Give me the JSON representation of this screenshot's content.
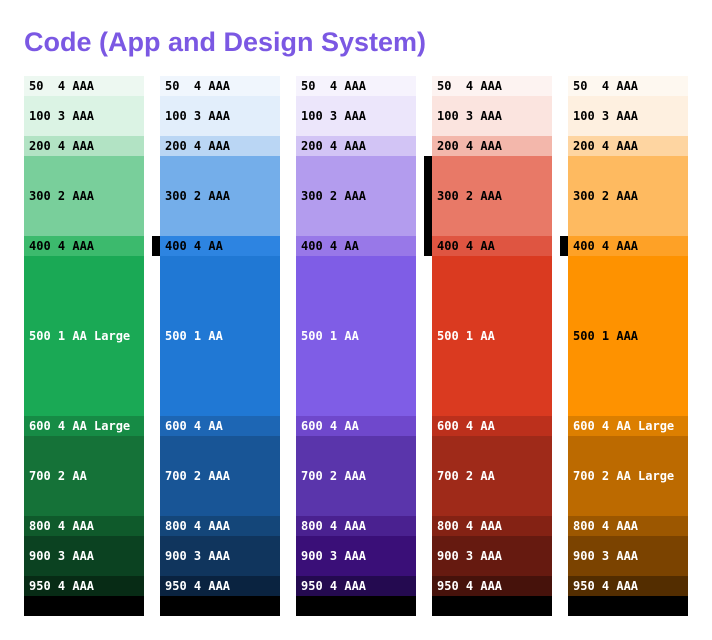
{
  "title": "Code (App and Design System)",
  "palettes": [
    {
      "name": "green",
      "swatches": [
        {
          "label": "50  4 AAA",
          "bg": "#edf8f1",
          "fg": "#000000"
        },
        {
          "label": "100 3 AAA",
          "bg": "#dbf3e4",
          "fg": "#000000"
        },
        {
          "label": "200 4 AAA",
          "bg": "#b2e3c4",
          "fg": "#000000"
        },
        {
          "label": "300 2 AAA",
          "bg": "#79cf9b",
          "fg": "#000000"
        },
        {
          "label": "400 4 AAA",
          "bg": "#3cba6d",
          "fg": "#000000"
        },
        {
          "label": "500 1 AA Large",
          "bg": "#1aa955",
          "fg": "#ffffff"
        },
        {
          "label": "600 4 AA Large",
          "bg": "#168b45",
          "fg": "#ffffff"
        },
        {
          "label": "700 2 AA",
          "bg": "#157238",
          "fg": "#ffffff"
        },
        {
          "label": "800 4 AAA",
          "bg": "#0f5a2b",
          "fg": "#ffffff"
        },
        {
          "label": "900 3 AAA",
          "bg": "#0b4221",
          "fg": "#ffffff"
        },
        {
          "label": "950 4 AAA",
          "bg": "#072b15",
          "fg": "#ffffff"
        },
        {
          "label": "",
          "bg": "#000000",
          "fg": "#ffffff"
        }
      ]
    },
    {
      "name": "blue",
      "swatches": [
        {
          "label": "50  4 AAA",
          "bg": "#f0f6fd",
          "fg": "#000000"
        },
        {
          "label": "100 3 AAA",
          "bg": "#e2eefb",
          "fg": "#000000"
        },
        {
          "label": "200 4 AAA",
          "bg": "#bad6f4",
          "fg": "#000000"
        },
        {
          "label": "300 2 AAA",
          "bg": "#74aeea",
          "fg": "#000000"
        },
        {
          "label": "400 4 AA",
          "bg": "#2d84e1",
          "fg": "#000000"
        },
        {
          "label": "500 1 AA",
          "bg": "#2078d4",
          "fg": "#ffffff"
        },
        {
          "label": "600 4 AA",
          "bg": "#1d66b4",
          "fg": "#ffffff"
        },
        {
          "label": "700 2 AAA",
          "bg": "#185596",
          "fg": "#ffffff"
        },
        {
          "label": "800 4 AAA",
          "bg": "#144679",
          "fg": "#ffffff"
        },
        {
          "label": "900 3 AAA",
          "bg": "#10355d",
          "fg": "#ffffff"
        },
        {
          "label": "950 4 AAA",
          "bg": "#0a2340",
          "fg": "#ffffff"
        },
        {
          "label": "",
          "bg": "#000000",
          "fg": "#ffffff"
        }
      ]
    },
    {
      "name": "purple",
      "swatches": [
        {
          "label": "50  4 AAA",
          "bg": "#f6f3fd",
          "fg": "#000000"
        },
        {
          "label": "100 3 AAA",
          "bg": "#ece6fb",
          "fg": "#000000"
        },
        {
          "label": "200 4 AAA",
          "bg": "#d2c4f5",
          "fg": "#000000"
        },
        {
          "label": "300 2 AAA",
          "bg": "#b39cee",
          "fg": "#000000"
        },
        {
          "label": "400 4 AA",
          "bg": "#9878e8",
          "fg": "#000000"
        },
        {
          "label": "500 1 AA",
          "bg": "#7f5de6",
          "fg": "#ffffff"
        },
        {
          "label": "600 4 AA",
          "bg": "#6f48cc",
          "fg": "#ffffff"
        },
        {
          "label": "700 2 AAA",
          "bg": "#5a35ab",
          "fg": "#ffffff"
        },
        {
          "label": "800 4 AAA",
          "bg": "#4a2190",
          "fg": "#ffffff"
        },
        {
          "label": "900 3 AAA",
          "bg": "#3a0f78",
          "fg": "#ffffff"
        },
        {
          "label": "950 4 AAA",
          "bg": "#240a50",
          "fg": "#ffffff"
        },
        {
          "label": "",
          "bg": "#000000",
          "fg": "#ffffff"
        }
      ]
    },
    {
      "name": "red",
      "swatches": [
        {
          "label": "50  4 AAA",
          "bg": "#fdf3f1",
          "fg": "#000000"
        },
        {
          "label": "100 3 AAA",
          "bg": "#fbe4df",
          "fg": "#000000"
        },
        {
          "label": "200 4 AAA",
          "bg": "#f3b7ab",
          "fg": "#000000"
        },
        {
          "label": "300 2 AAA",
          "bg": "#e87967",
          "fg": "#000000"
        },
        {
          "label": "400 4 AA",
          "bg": "#df5541",
          "fg": "#000000"
        },
        {
          "label": "500 1 AA",
          "bg": "#da3a20",
          "fg": "#ffffff"
        },
        {
          "label": "600 4 AA",
          "bg": "#bc301c",
          "fg": "#ffffff"
        },
        {
          "label": "700 2 AA",
          "bg": "#9f2a19",
          "fg": "#ffffff"
        },
        {
          "label": "800 4 AAA",
          "bg": "#842214",
          "fg": "#ffffff"
        },
        {
          "label": "900 3 AAA",
          "bg": "#661a10",
          "fg": "#ffffff"
        },
        {
          "label": "950 4 AAA",
          "bg": "#46120b",
          "fg": "#ffffff"
        },
        {
          "label": "",
          "bg": "#000000",
          "fg": "#ffffff"
        }
      ]
    },
    {
      "name": "orange",
      "swatches": [
        {
          "label": "50  4 AAA",
          "bg": "#fef8f0",
          "fg": "#000000"
        },
        {
          "label": "100 3 AAA",
          "bg": "#fef0e0",
          "fg": "#000000"
        },
        {
          "label": "200 4 AAA",
          "bg": "#fed5a1",
          "fg": "#000000"
        },
        {
          "label": "300 2 AAA",
          "bg": "#feba60",
          "fg": "#000000"
        },
        {
          "label": "400 4 AAA",
          "bg": "#fea126",
          "fg": "#000000"
        },
        {
          "label": "500 1 AAA",
          "bg": "#fe9200",
          "fg": "#000000"
        },
        {
          "label": "600 4 AA Large",
          "bg": "#dc7f00",
          "fg": "#ffffff"
        },
        {
          "label": "700 2 AA Large",
          "bg": "#bc6a00",
          "fg": "#ffffff"
        },
        {
          "label": "800 4 AAA",
          "bg": "#9c5700",
          "fg": "#ffffff"
        },
        {
          "label": "900 3 AAA",
          "bg": "#7b4300",
          "fg": "#ffffff"
        },
        {
          "label": "950 4 AAA",
          "bg": "#532d00",
          "fg": "#ffffff"
        },
        {
          "label": "",
          "bg": "#000000",
          "fg": "#ffffff"
        }
      ]
    }
  ]
}
